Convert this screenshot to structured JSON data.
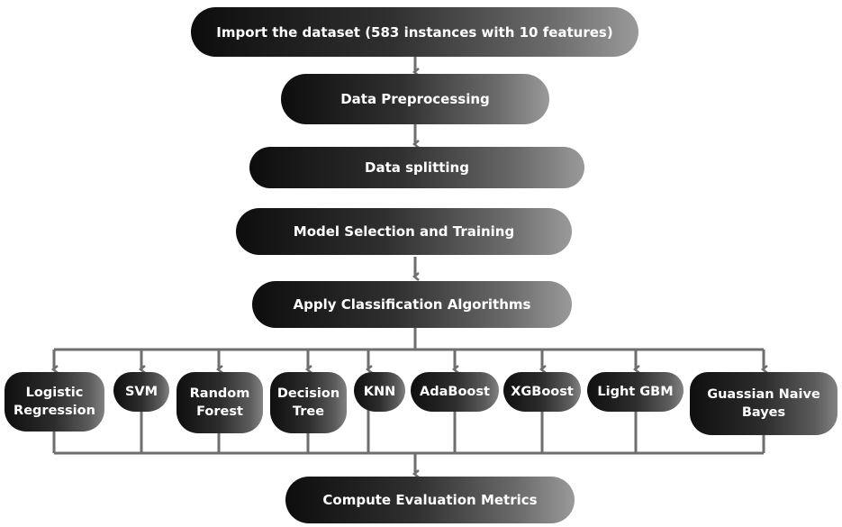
{
  "flow": {
    "import": "Import the dataset (583 instances with 10 features)",
    "preprocessing": "Data Preprocessing",
    "splitting": "Data splitting",
    "model_selection": "Model Selection and Training",
    "apply": "Apply Classification Algorithms",
    "compute": "Compute Evaluation Metrics"
  },
  "algorithms": {
    "logistic": "Logistic\nRegression",
    "svm": "SVM",
    "random_forest": "Random\nForest",
    "decision_tree": "Decision\nTree",
    "knn": "KNN",
    "adaboost": "AdaBoost",
    "xgboost": "XGBoost",
    "lightgbm": "Light GBM",
    "gnb": "Guassian Naive\nBayes"
  },
  "colors": {
    "connector": "#6e6e6e",
    "node_dark": "#0d0d0d",
    "node_light": "#9a9a9a"
  }
}
